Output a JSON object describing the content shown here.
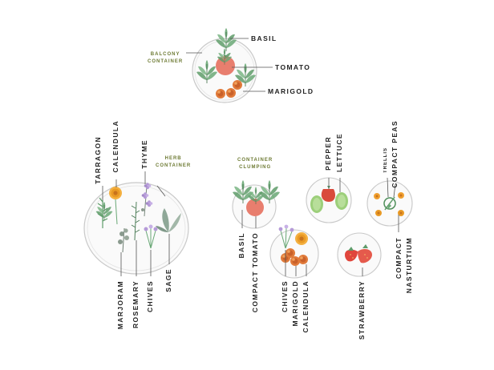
{
  "colors": {
    "caption": "#6d7a33",
    "label": "#222222",
    "line": "#555555",
    "pot_outline": "#c9c9c9",
    "leaf": "#5f9c6a",
    "tomato": "#e6705e",
    "marigold": "#e07a3a",
    "calendula": "#f0a030",
    "strawberry": "#e0463c",
    "pepper": "#d94a3c",
    "lettuce": "#9ccf7a",
    "purple_flower": "#b59ad8",
    "herb_grey": "#8a9a8e"
  },
  "balcony": {
    "caption": [
      "BALCONY",
      "CONTAINER"
    ],
    "labels": {
      "basil": "BASIL",
      "tomato": "TOMATO",
      "marigold": "MARIGOLD"
    }
  },
  "herb": {
    "caption": [
      "HERB",
      "CONTAINER"
    ],
    "labels": {
      "tarragon": "TARRAGON",
      "calendula": "CALENDULA",
      "thyme": "THYME",
      "marjoram": "MARJORAM",
      "rosemary": "ROSEMARY",
      "chives": "CHIVES",
      "sage": "SAGE"
    }
  },
  "clumping": {
    "caption": [
      "CONTAINER",
      "CLUMPING"
    ],
    "labels": {
      "basil": "BASIL",
      "compact_tomato": "COMPACT TOMATO"
    }
  },
  "flower_pot": {
    "labels": {
      "chives": "CHIVES",
      "marigold": "MARIGOLD",
      "calendula": "CALENDULA"
    }
  },
  "pepper_pot": {
    "labels": {
      "pepper": "PEPPER",
      "lettuce": "LETTUCE"
    }
  },
  "peas_pot": {
    "labels": {
      "trellis": "TRELLIS",
      "compact_peas": "COMPACT PEAS",
      "compact_nasturtium": [
        "COMPACT",
        "NASTURTIUM"
      ]
    }
  },
  "strawberry_pot": {
    "labels": {
      "strawberry": "STRAWBERRY"
    }
  },
  "icons": [
    "basil-plant-icon",
    "tomato-icon",
    "marigold-icon",
    "calendula-icon",
    "chives-icon",
    "sage-icon",
    "thyme-icon",
    "pepper-icon",
    "lettuce-icon",
    "strawberry-icon",
    "pea-trellis-icon",
    "nasturtium-icon"
  ]
}
